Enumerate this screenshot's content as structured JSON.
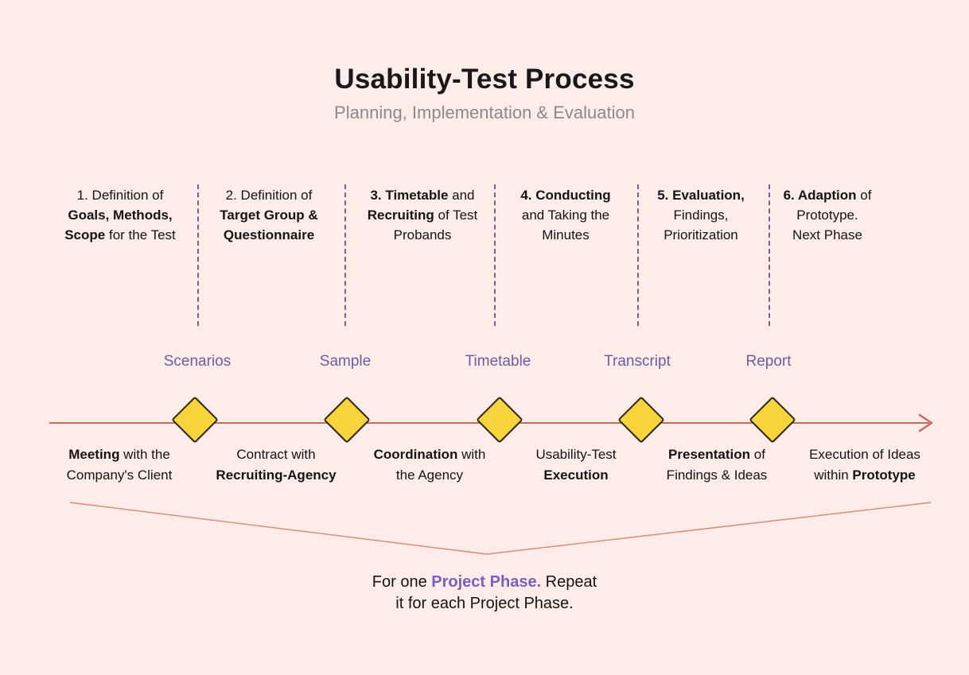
{
  "title": "Usability-Test Process",
  "subtitle": "Planning, Implementation & Evaluation",
  "colors": {
    "background": "#FDECE8",
    "timeline_arrow": "#CF6A5B",
    "bracket_line": "#DC8576",
    "diamond_fill": "#F7D33C",
    "diamond_border": "#2F2519",
    "milestone_label": "#6F5BA6",
    "separator_dashed": "#5E4B79",
    "caption_highlight": "#7A5FC2",
    "title_text": "#18181B",
    "subtitle_text": "#8A8A8F"
  },
  "top_phases": [
    {
      "lines": [
        [
          {
            "t": "1. Definition of"
          }
        ],
        [
          {
            "t": "Goals, Methods,",
            "cls": "b"
          }
        ],
        [
          {
            "t": "Scope",
            "cls": "b"
          },
          {
            "t": " for the Test"
          }
        ]
      ]
    },
    {
      "lines": [
        [
          {
            "t": "2. Definition of"
          }
        ],
        [
          {
            "t": "Target Group &",
            "cls": "b"
          }
        ],
        [
          {
            "t": "Questionnaire",
            "cls": "b"
          }
        ]
      ]
    },
    {
      "lines": [
        [
          {
            "t": "3. Timetable",
            "cls": "b"
          },
          {
            "t": " and"
          }
        ],
        [
          {
            "t": "Recruiting",
            "cls": "b"
          },
          {
            "t": " of Test"
          }
        ],
        [
          {
            "t": "Probands"
          }
        ]
      ]
    },
    {
      "lines": [
        [
          {
            "t": "4. Conducting",
            "cls": "b"
          }
        ],
        [
          {
            "t": "and Taking the"
          }
        ],
        [
          {
            "t": "Minutes"
          }
        ]
      ]
    },
    {
      "lines": [
        [
          {
            "t": "5. Evaluation,",
            "cls": "b"
          }
        ],
        [
          {
            "t": "Findings,"
          }
        ],
        [
          {
            "t": "Prioritization"
          }
        ]
      ]
    },
    {
      "lines": [
        [
          {
            "t": "6. Adaption",
            "cls": "b"
          },
          {
            "t": " of"
          }
        ],
        [
          {
            "t": "Prototype."
          }
        ],
        [
          {
            "t": "Next Phase"
          }
        ]
      ]
    }
  ],
  "milestones": [
    {
      "label": "Scenarios"
    },
    {
      "label": "Sample"
    },
    {
      "label": "Timetable"
    },
    {
      "label": "Transcript"
    },
    {
      "label": "Report"
    }
  ],
  "timeline_activities": [
    {
      "lines": [
        [
          {
            "t": "Meeting",
            "cls": "b"
          },
          {
            "t": " with the"
          }
        ],
        [
          {
            "t": "Company's Client"
          }
        ]
      ]
    },
    {
      "lines": [
        [
          {
            "t": "Contract with"
          }
        ],
        [
          {
            "t": "Recruiting-Agency",
            "cls": "b"
          }
        ]
      ]
    },
    {
      "lines": [
        [
          {
            "t": "Coordination",
            "cls": "b"
          },
          {
            "t": " with"
          }
        ],
        [
          {
            "t": "the Agency"
          }
        ]
      ]
    },
    {
      "lines": [
        [
          {
            "t": "Usability-Test"
          }
        ],
        [
          {
            "t": "Execution",
            "cls": "b"
          }
        ]
      ]
    },
    {
      "lines": [
        [
          {
            "t": "Presentation",
            "cls": "b"
          },
          {
            "t": " of"
          }
        ],
        [
          {
            "t": "Findings & Ideas"
          }
        ]
      ]
    },
    {
      "lines": [
        [
          {
            "t": "Execution of Ideas"
          }
        ],
        [
          {
            "t": "within "
          },
          {
            "t": "Prototype",
            "cls": "b"
          }
        ]
      ]
    }
  ],
  "caption": {
    "lines": [
      [
        {
          "t": "For one "
        },
        {
          "t": "Project Phase.",
          "cls": "b hl"
        },
        {
          "t": " Repeat"
        }
      ],
      [
        {
          "t": "it for each Project Phase."
        }
      ]
    ]
  }
}
